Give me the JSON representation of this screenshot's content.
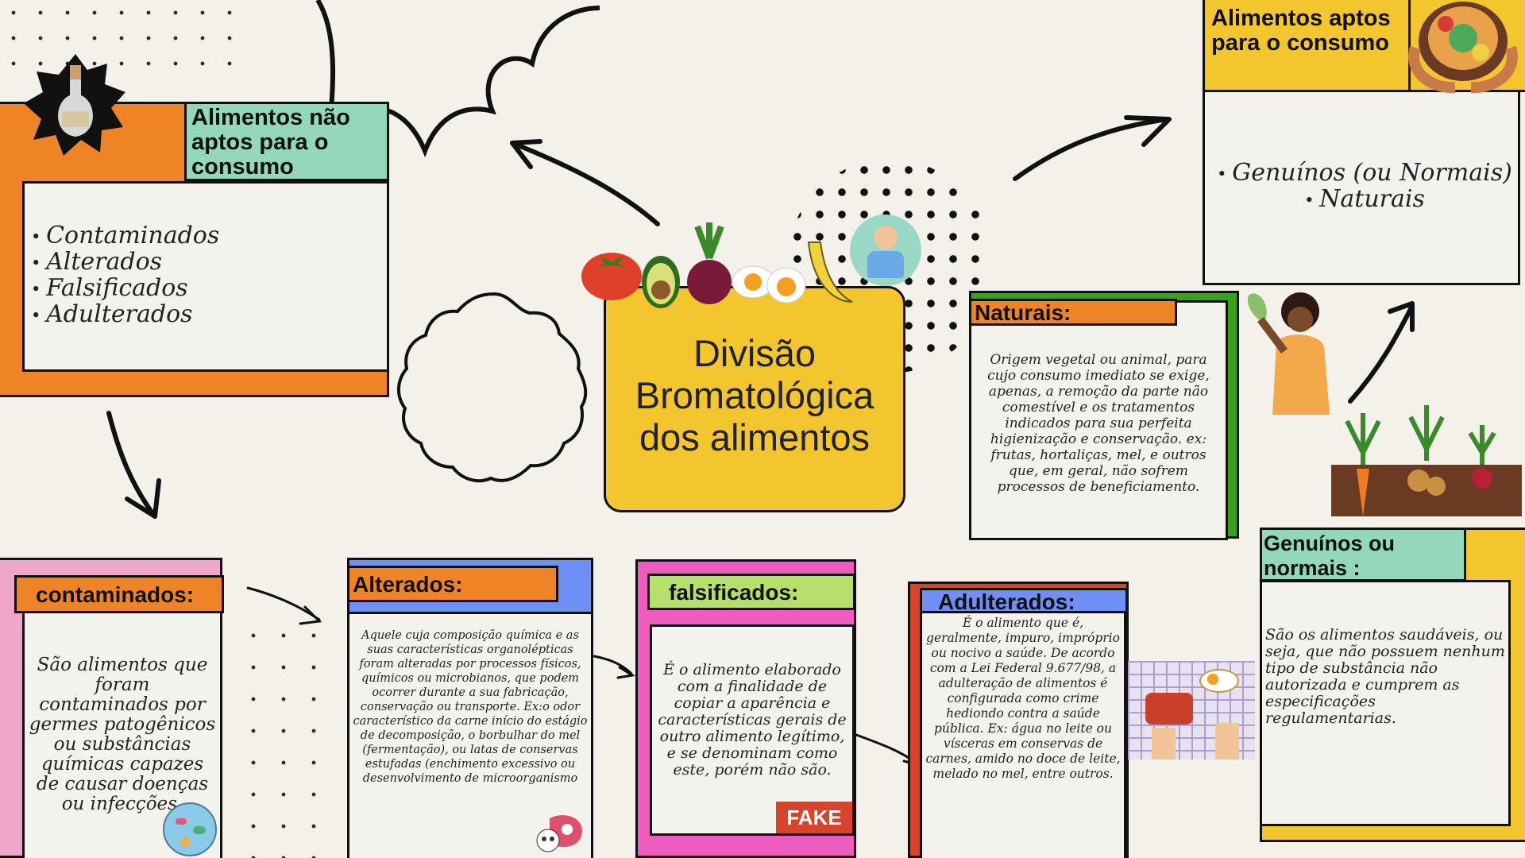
{
  "title": "Divisão Bromatológica dos alimentos",
  "not_fit": {
    "header": "Alimentos não aptos para o consumo",
    "items": [
      "Contaminados",
      "Alterados",
      "Falsificados",
      "Adulterados"
    ]
  },
  "fit": {
    "header": "Alimentos aptos para o consumo",
    "items": [
      "Genuínos (ou Normais)",
      "Naturais"
    ]
  },
  "naturais": {
    "header": "Naturais:",
    "text": "Origem vegetal ou animal, para cujo consumo imediato se exige, apenas, a remoção da parte não comestível e os tratamentos indicados para sua perfeita higienização e conservação. ex: frutas, hortaliças, mel, e outros que, em geral, não sofrem processos de beneficiamento."
  },
  "contaminados": {
    "header": "contaminados:",
    "text": "São alimentos que foram contaminados por germes patogênicos ou substâncias químicas capazes de causar doenças ou infecções."
  },
  "alterados": {
    "header": "Alterados:",
    "text": "Aquele cuja composição química e as suas características organolépticas foram alteradas por processos físicos, químicos ou microbianos, que podem ocorrer durante a sua fabricação, conservação ou transporte. Ex:o odor característico da carne início do estágio de decomposição, o borbulhar do mel (fermentação), ou latas de conservas estufadas (enchimento excessivo ou desenvolvimento de microorganismo"
  },
  "falsificados": {
    "header": "falsificados:",
    "text": "É o alimento elaborado com a finalidade de copiar a aparência e características gerais de outro alimento legítimo, e se denominam como este, porém não são.",
    "stamp": "FAKE"
  },
  "adulterados": {
    "header": "Adulterados:",
    "text": "É o alimento que é, geralmente, impuro, impróprio ou nocivo a saúde. De acordo com a Lei Federal 9.677/98, a adulteração de alimentos é configurada como crime hediondo contra a saúde pública. Ex: água no leite ou vísceras em conservas de carnes, amido no doce de leite, melado no mel, entre outros."
  },
  "genuinos": {
    "header": "Genuínos ou normais :",
    "text": "São os alimentos saudáveis, ou seja, que não possuem nenhum tipo de substância não autorizada e cumprem as especificações regulamentarias."
  },
  "colors": {
    "background": "#f3f1e9",
    "orange": "#ef8426",
    "mint": "#94d8bb",
    "yellow": "#f3c52e",
    "green": "#3aa11c",
    "pink_light": "#f0a6c8",
    "blue": "#6f8ff5",
    "magenta": "#ef5cc0",
    "lime": "#b6df6c",
    "red": "#d8442b"
  }
}
